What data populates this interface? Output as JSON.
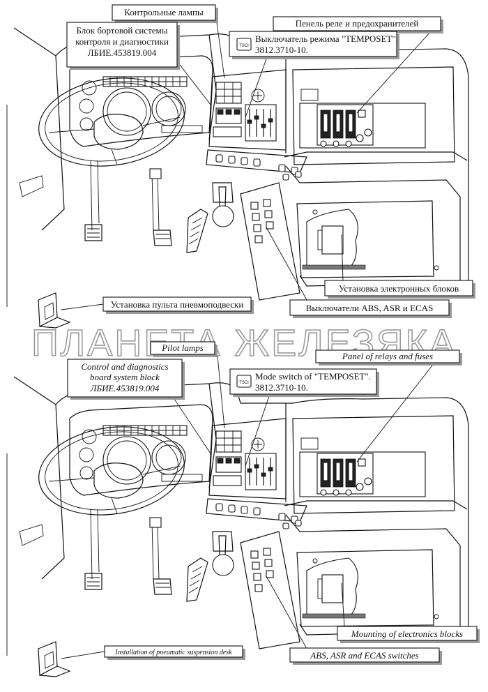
{
  "watermark": "ПЛАНЕТА ЖЕЛЕЗЯКА",
  "icon_label": "TSCI",
  "top_labels": {
    "pilot_lamps": "Контрольные лампы",
    "board_block_line1": "Блок бортовой системы",
    "board_block_line2": "контроля и диагностики",
    "board_block_line3": "ЛБИЕ.453819.004",
    "relay_panel": "Пенель реле и предохранителей",
    "mode_switch_line1": "Выключатель режима  \"TEMPOSET\".",
    "mode_switch_line2": "3812.3710-10.",
    "electronics": "Установка электронных блоков",
    "abs_switches": "Выключатели ABS, ASR и ECAS",
    "pneumatic": "Установка пульта пневмоподвески"
  },
  "bottom_labels": {
    "pilot_lamps": "Pilot lamps",
    "board_block_line1": "Control and diagnostics",
    "board_block_line2": "board system block",
    "board_block_line3": "ЛБИЕ.453819.004",
    "relay_panel": "Panel of relays and fuses",
    "mode_switch_line1": "Mode switch of \"TEMPOSET\".",
    "mode_switch_line2": "3812.3710-10.",
    "electronics": "Mounting of electronics blocks",
    "abs_switches": "ABS, ASR and ECAS switches",
    "pneumatic": "Installation of pneumatic suspension desk"
  }
}
